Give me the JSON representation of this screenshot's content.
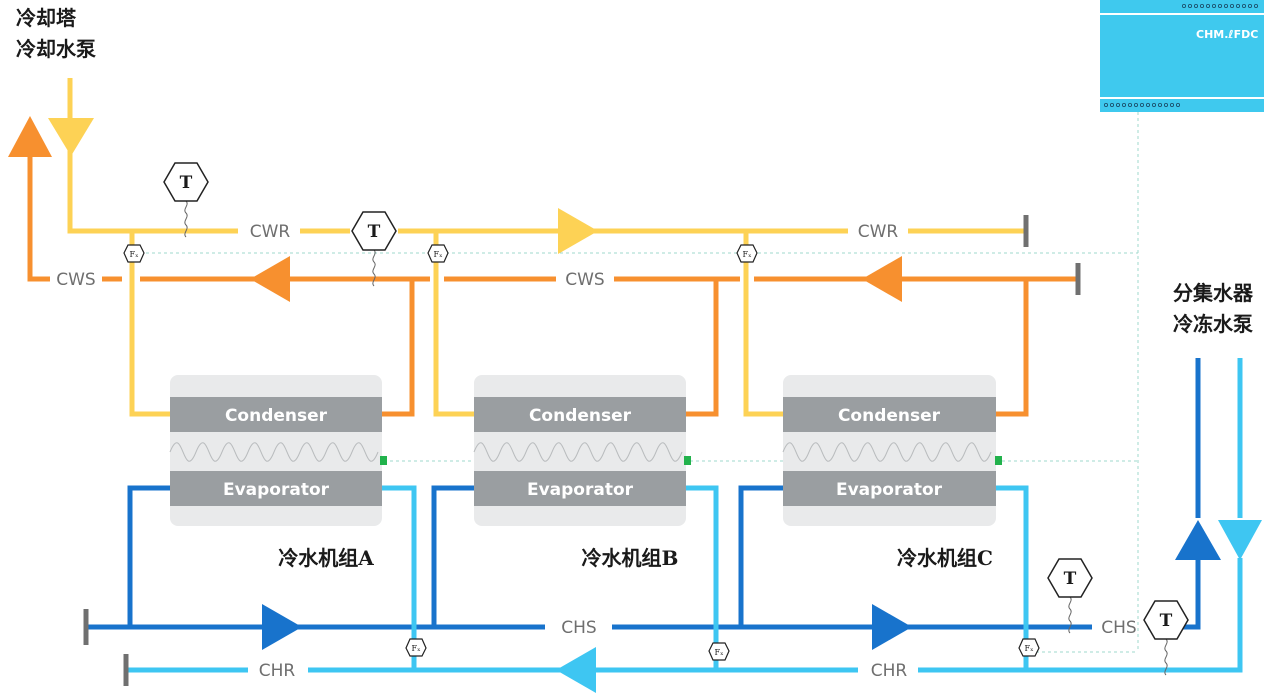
{
  "colors": {
    "cwr": "#fdd255",
    "cws": "#f7902f",
    "chs": "#1873cc",
    "chr": "#3ec6f2",
    "controller": "#3fc9ee",
    "unit_panel": "#e9eaeb",
    "unit_bar": "#9a9ea1"
  },
  "cooling_tower": {
    "line1": "冷却塔",
    "line2": "冷却水泵"
  },
  "chilled_side": {
    "line1": "分集水器",
    "line2": "冷冻水泵"
  },
  "controller": {
    "label": "CHM.ℓFDC"
  },
  "pipes": {
    "cwr": "CWR",
    "cws": "CWS",
    "chs": "CHS",
    "chr": "CHR"
  },
  "sensors": {
    "temperature": "T",
    "flow": "Fₓ"
  },
  "units": [
    {
      "condenser": "Condenser",
      "evaporator": "Evaporator",
      "name": "冷水机组A"
    },
    {
      "condenser": "Condenser",
      "evaporator": "Evaporator",
      "name": "冷水机组B"
    },
    {
      "condenser": "Condenser",
      "evaporator": "Evaporator",
      "name": "冷水机组C"
    }
  ]
}
